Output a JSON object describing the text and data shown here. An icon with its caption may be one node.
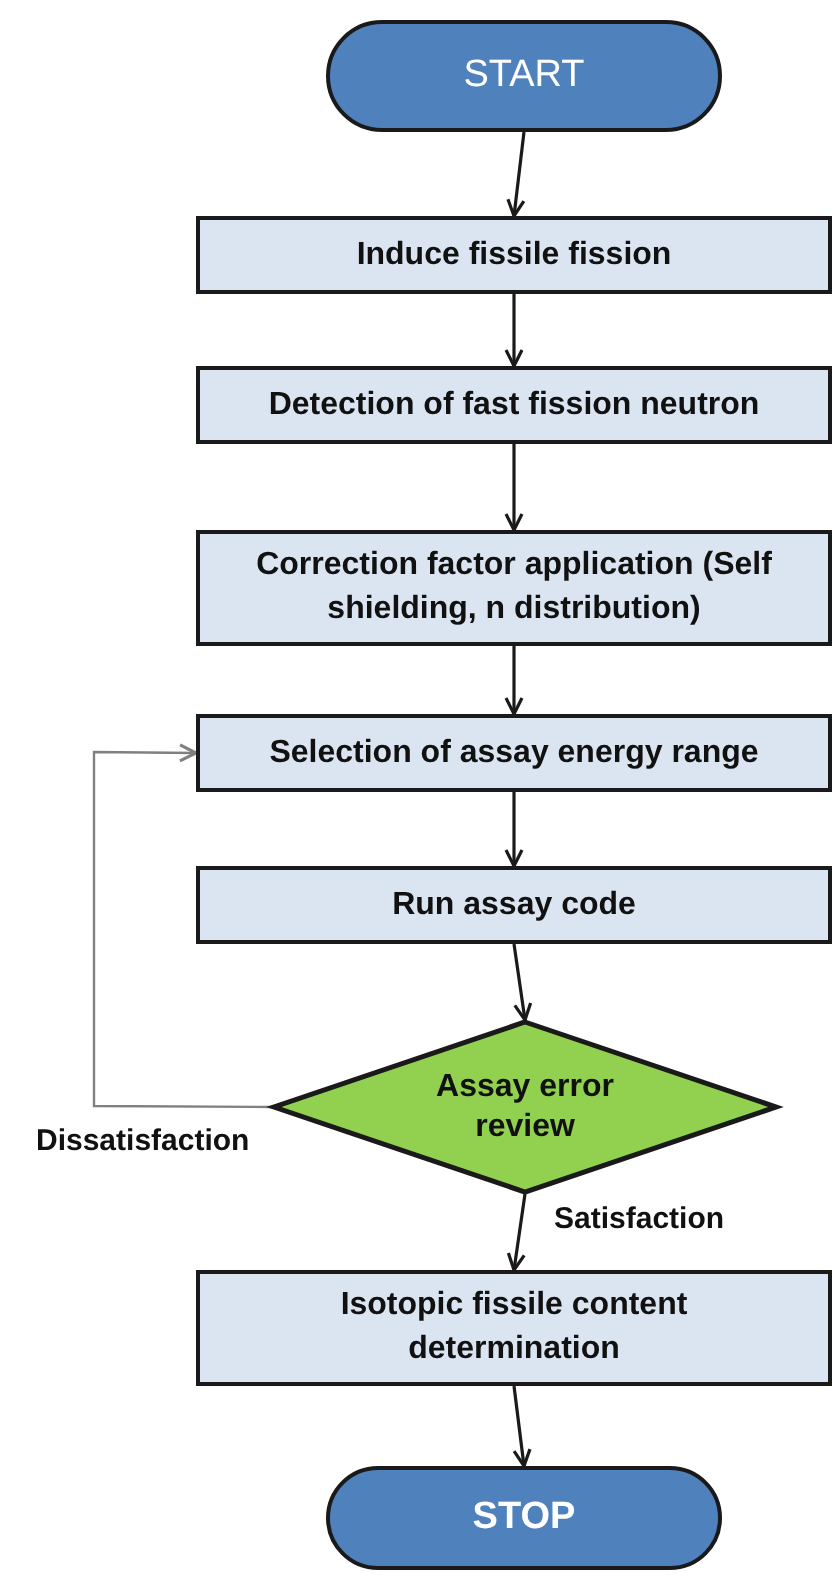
{
  "diagram": {
    "nodes": [
      {
        "text": [
          "START"
        ]
      },
      {
        "text": [
          "Induce fissile fission"
        ]
      },
      {
        "text": [
          "Detection of fast fission neutron"
        ]
      },
      {
        "text": [
          "Correction factor application (Self shielding, n distribution)"
        ]
      },
      {
        "text": [
          "Selection of assay energy range"
        ]
      },
      {
        "text": [
          "Run assay code"
        ]
      },
      {
        "text": [
          "Assay error review"
        ]
      },
      {
        "text": [
          "Isotopic fissile content determination"
        ]
      },
      {
        "text": [
          "STOP"
        ]
      }
    ],
    "edges": [
      {
        "from": 0,
        "to": 1,
        "arrow": "to"
      },
      {
        "from": 1,
        "to": 2,
        "arrow": "to"
      },
      {
        "from": 2,
        "to": 3,
        "arrow": "to"
      },
      {
        "from": 3,
        "to": 4,
        "arrow": "to"
      },
      {
        "from": 4,
        "to": 5,
        "arrow": "to"
      },
      {
        "from": 5,
        "to": 6,
        "arrow": "to"
      },
      {
        "from": 6,
        "to": 4,
        "arrow": "to",
        "label": "Dissatisfaction",
        "color": "#808080"
      },
      {
        "from": 6,
        "to": 7,
        "arrow": "to",
        "label": "Satisfaction"
      },
      {
        "from": 7,
        "to": 8,
        "arrow": "to"
      }
    ]
  }
}
